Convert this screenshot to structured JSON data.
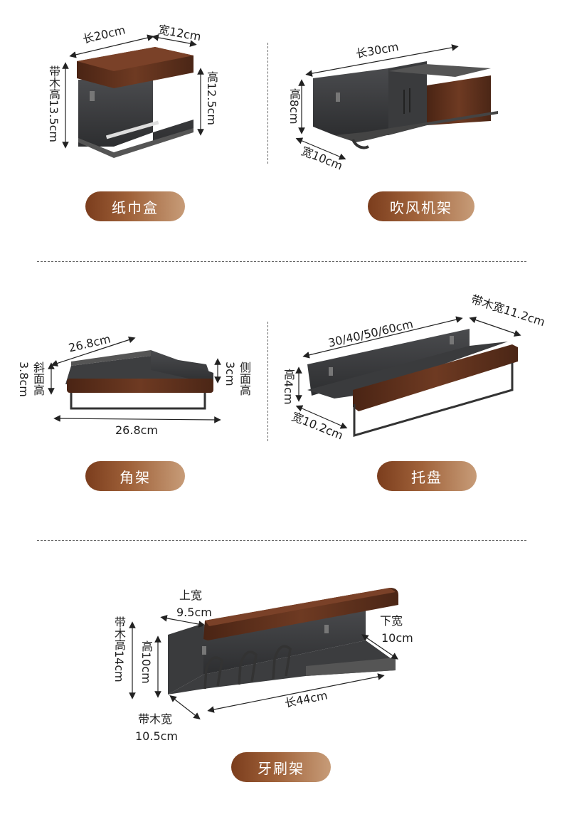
{
  "products": [
    {
      "id": "tissue-box",
      "name": "纸巾盒",
      "dims": {
        "length": "长20cm",
        "width": "宽12cm",
        "height": "高12.5cm",
        "wood_height": "带木高13.5cm"
      }
    },
    {
      "id": "hair-dryer-rack",
      "name": "吹风机架",
      "dims": {
        "length": "长30cm",
        "height": "高8cm",
        "width": "宽10cm"
      }
    },
    {
      "id": "corner-shelf",
      "name": "角架",
      "dims": {
        "top": "26.8cm",
        "bottom": "26.8cm",
        "slope_height": "斜面高",
        "slope_value": "3.8cm",
        "side_height": "侧面高",
        "side_value": "3cm"
      }
    },
    {
      "id": "tray",
      "name": "托盘",
      "dims": {
        "lengths": "30/40/50/60cm",
        "wood_width": "带木宽11.2cm",
        "height": "高4cm",
        "width": "宽10.2cm"
      }
    },
    {
      "id": "toothbrush-rack",
      "name": "牙刷架",
      "dims": {
        "top_width_label": "上宽",
        "top_width_value": "9.5cm",
        "bottom_width_label": "下宽",
        "bottom_width_value": "10cm",
        "wood_height": "带木高14cm",
        "height": "高10cm",
        "wood_width_label": "带木宽",
        "wood_width_value": "10.5cm",
        "length": "长44cm"
      }
    }
  ],
  "colors": {
    "metal": "#3b3b3d",
    "wood": "#5a2e1a",
    "pill_start": "#7b3d1d",
    "pill_end": "#c79c78"
  }
}
